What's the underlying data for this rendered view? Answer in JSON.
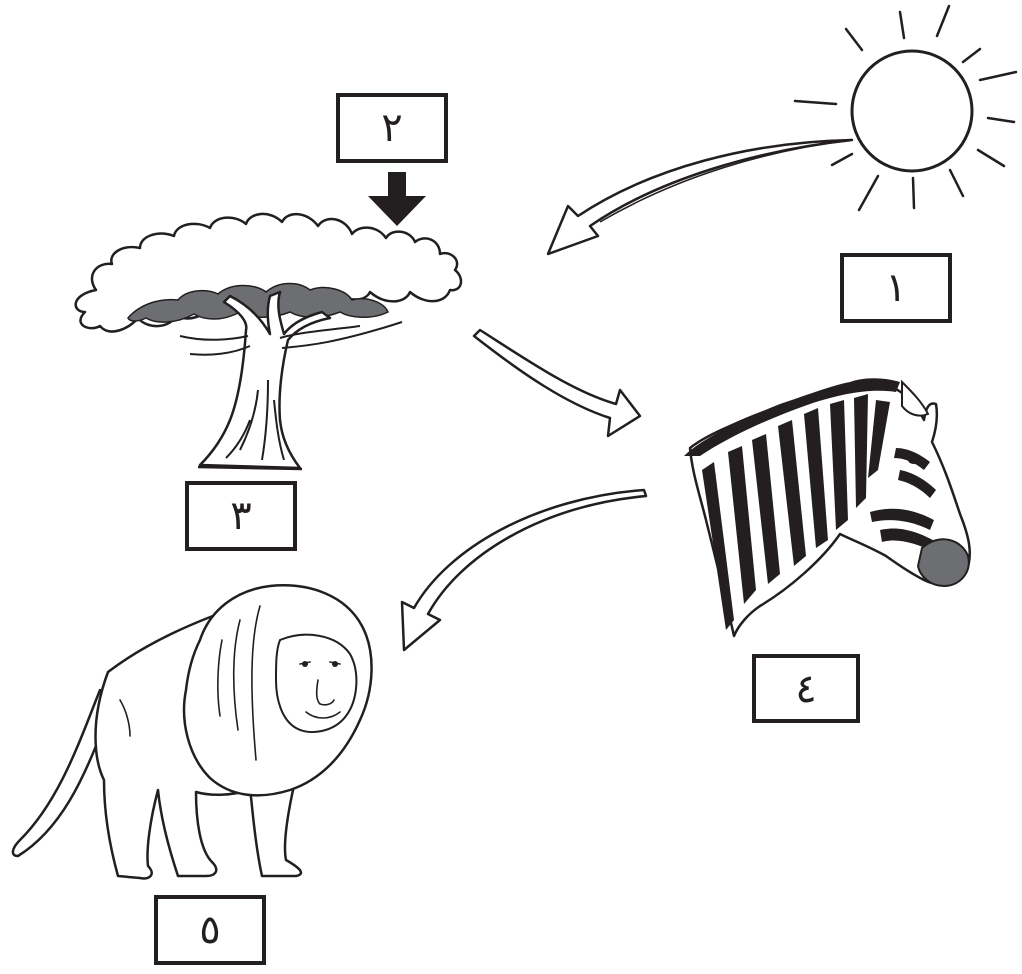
{
  "labels": {
    "sun": "١",
    "energy_input": "٢",
    "tree": "٣",
    "zebra": "٤",
    "lion": "٥"
  },
  "colors": {
    "ink": "#231f20",
    "shadow": "#6d6e71",
    "background": "#ffffff"
  },
  "icons": [
    "sun-icon",
    "tree-icon",
    "zebra-icon",
    "lion-icon",
    "down-arrow-icon",
    "curved-arrow-icon"
  ]
}
